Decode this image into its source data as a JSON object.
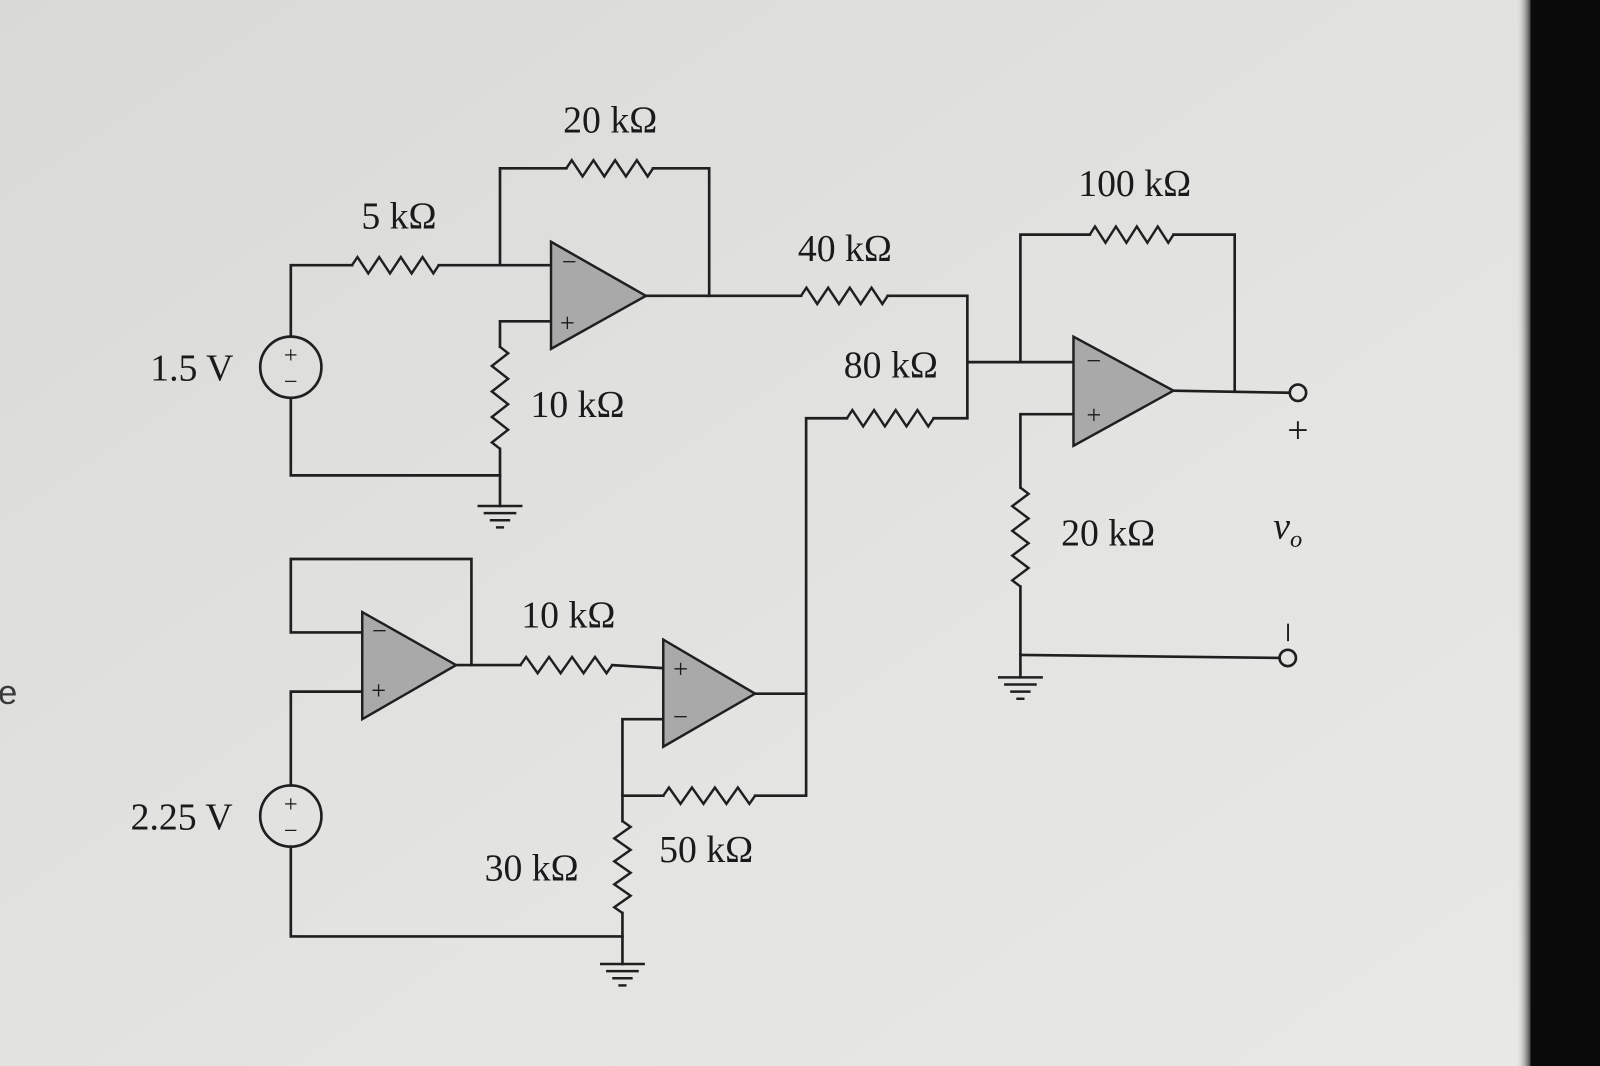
{
  "edge_fragment": "e",
  "opamp_signs": {
    "minus": "−",
    "plus": "+"
  },
  "sources": {
    "top": {
      "label": "1.5 V",
      "plus": "+",
      "minus": "−"
    },
    "bottom": {
      "label": "2.25 V",
      "plus": "+",
      "minus": "−"
    }
  },
  "resistors": {
    "r_input_top": "5 kΩ",
    "r_feedback_top": "20 kΩ",
    "r_ground_top": "10 kΩ",
    "r_sum_upper": "40 kΩ",
    "r_sum_lower": "80 kΩ",
    "r_feedback_out": "100 kΩ",
    "r_ground_out": "20 kΩ",
    "r_series_bottom": "10 kΩ",
    "r_ground_bottom": "30 kΩ",
    "r_feedback_bottom": "50 kΩ"
  },
  "output": {
    "plus": "+",
    "minus": "−",
    "symbol": "v",
    "subscript": "o"
  },
  "colors": {
    "background": "#e1e1df",
    "wire": "#1f1f1f",
    "opamp_fill": "#a9a9a9",
    "bezel": "#0a0a0a"
  }
}
